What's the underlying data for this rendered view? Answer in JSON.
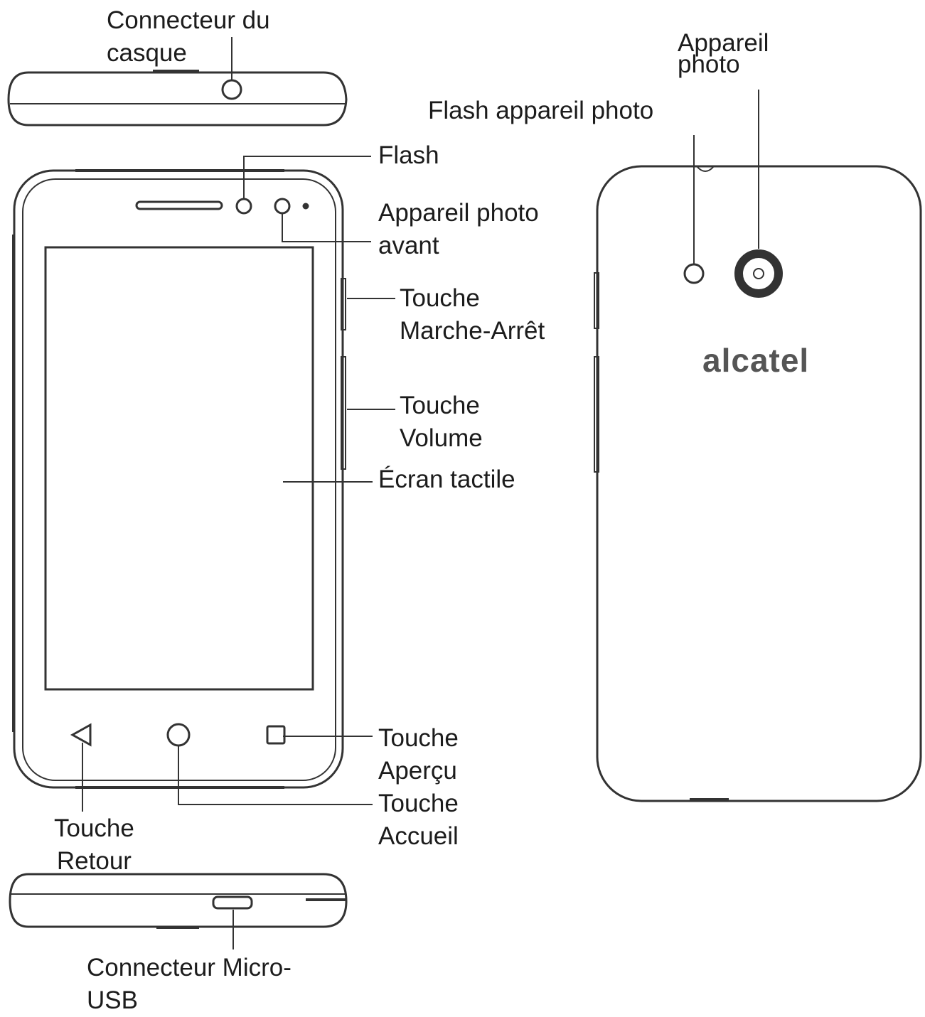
{
  "labels": {
    "headset_connector": [
      "Connecteur du",
      "casque"
    ],
    "flash": [
      "Flash"
    ],
    "front_camera": [
      "Appareil photo",
      "avant"
    ],
    "power_key": [
      "Touche",
      "Marche-Arrêt"
    ],
    "volume_key": [
      "Touche",
      "Volume"
    ],
    "touchscreen": [
      "Écran tactile"
    ],
    "recent_key": [
      "Touche",
      "Aperçu"
    ],
    "home_key": [
      "Touche",
      "Accueil"
    ],
    "back_key": [
      "Touche",
      "Retour"
    ],
    "micro_usb": [
      "Connecteur Micro-",
      "USB"
    ],
    "rear_camera": [
      "Appareil",
      "photo"
    ],
    "camera_flash": [
      "Flash appareil photo"
    ]
  },
  "brand": {
    "logo_text": "alcatel"
  }
}
